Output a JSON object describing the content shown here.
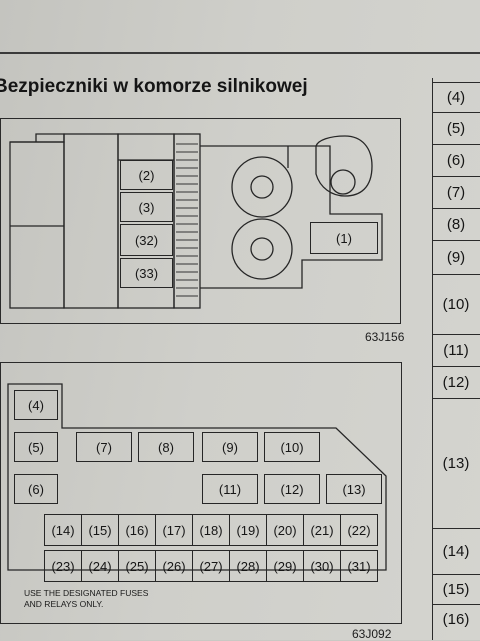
{
  "heading": "Bezpieczniki w komorze silnikowej",
  "engine_box": {
    "code": "63J156",
    "fuses": [
      "(2)",
      "(3)",
      "(32)",
      "(33)",
      "(1)"
    ]
  },
  "interior_box": {
    "code": "63J092",
    "fuses": [
      "(4)",
      "(5)",
      "(7)",
      "(8)",
      "(9)",
      "(10)",
      "(6)",
      "(11)",
      "(12)",
      "(13)"
    ],
    "row1": [
      "(14)",
      "(15)",
      "(16)",
      "(17)",
      "(18)",
      "(19)",
      "(20)",
      "(21)",
      "(22)"
    ],
    "row2": [
      "(23)",
      "(24)",
      "(25)",
      "(26)",
      "(27)",
      "(28)",
      "(29)",
      "(30)",
      "(31)"
    ],
    "note_line1": "USE THE DESIGNATED FUSES",
    "note_line2": "AND RELAYS ONLY."
  },
  "right_column": [
    "(4)",
    "(5)",
    "(6)",
    "(7)",
    "(8)",
    "(9)",
    "(10)",
    "(11)",
    "(12)",
    "(13)",
    "(14)",
    "(15)",
    "(16)"
  ]
}
